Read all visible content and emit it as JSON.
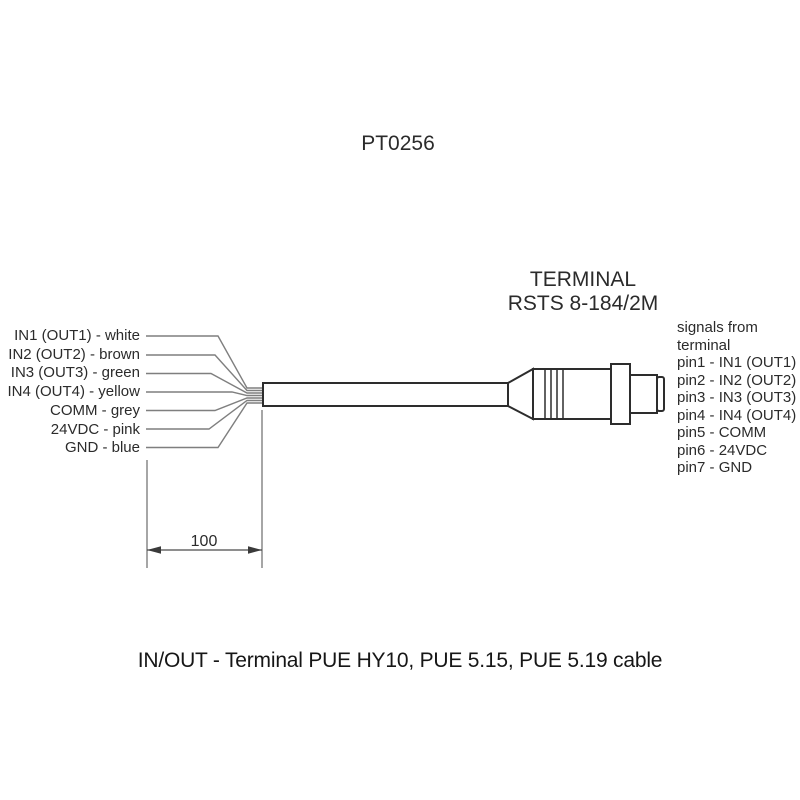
{
  "page": {
    "title": "PT0256",
    "caption": "IN/OUT - Terminal PUE HY10, PUE 5.15, PUE 5.19 cable"
  },
  "connector": {
    "name_line1": "TERMINAL",
    "name_line2": "RSTS 8-184/2M"
  },
  "wires": [
    {
      "label": "IN1 (OUT1) - white"
    },
    {
      "label": "IN2 (OUT2) - brown"
    },
    {
      "label": "IN3 (OUT3) - green"
    },
    {
      "label": "IN4 (OUT4) - yellow"
    },
    {
      "label": "COMM - grey"
    },
    {
      "label": "24VDC - pink"
    },
    {
      "label": "GND - blue"
    }
  ],
  "pinout": {
    "heading_line1": "signals from",
    "heading_line2": "terminal",
    "pins": [
      "pin1 - IN1 (OUT1)",
      "pin2 - IN2 (OUT2)",
      "pin3 - IN3 (OUT3)",
      "pin4 - IN4 (OUT4)",
      "pin5 - COMM",
      "pin6 - 24VDC",
      "pin7 - GND"
    ]
  },
  "dimension": {
    "value": "100"
  },
  "colors": {
    "outline": "#2d2d2d",
    "wire": "#7f7f7f",
    "dimension_line": "#4a4a4a",
    "text": "#2b2b2b",
    "background": "#ffffff"
  }
}
